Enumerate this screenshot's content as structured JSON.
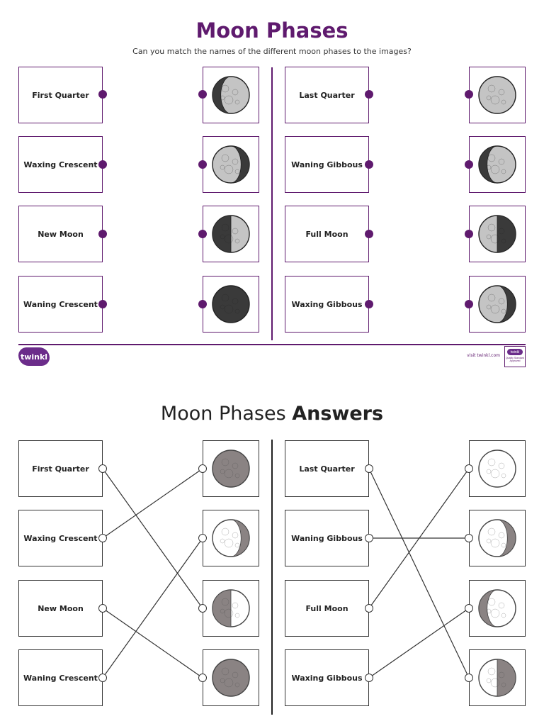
{
  "worksheet": {
    "title": "Moon Phases",
    "instructions": "Can you match the names of the different moon phases to the images?",
    "left_names": [
      "First Quarter",
      "Waxing Crescent",
      "New Moon",
      "Waning Crescent"
    ],
    "right_names": [
      "Last Quarter",
      "Waning Gibbous",
      "Full Moon",
      "Waxing Gibbous"
    ],
    "left_images": [
      "moon-waning-crescent",
      "moon-waxing-crescent",
      "moon-first-quarter",
      "moon-new"
    ],
    "right_images": [
      "moon-full",
      "moon-waxing-gibbous",
      "moon-last-quarter",
      "moon-waning-gibbous"
    ]
  },
  "footer": {
    "logo_text": "twinkl",
    "visit_text": "visit twinkl.com",
    "badge_top": "twinkl",
    "badge_line1": "Quality Standard",
    "badge_line2": "Approved"
  },
  "answers": {
    "title_regular": "Moon Phases",
    "title_bold": "Answers",
    "left_names": [
      "First Quarter",
      "Waxing Crescent",
      "New Moon",
      "Waning Crescent"
    ],
    "right_names": [
      "Last Quarter",
      "Waning Gibbous",
      "Full Moon",
      "Waxing Gibbous"
    ],
    "left_images": [
      "moon-new",
      "moon-waxing-crescent",
      "moon-first-quarter",
      "moon-new"
    ],
    "right_images": [
      "moon-full",
      "moon-waning-gibbous",
      "moon-waxing-gibbous",
      "moon-last-quarter"
    ],
    "left_matches": [
      2,
      0,
      3,
      1
    ],
    "right_matches": [
      3,
      1,
      0,
      2
    ]
  },
  "colors": {
    "brand_purple": "#5f1a6e",
    "moon_dark": "#3a3a3a",
    "moon_light_ws": "#c4c4c4",
    "moon_dark_ans": "#8a8383",
    "moon_light_ans": "#ffffff"
  }
}
